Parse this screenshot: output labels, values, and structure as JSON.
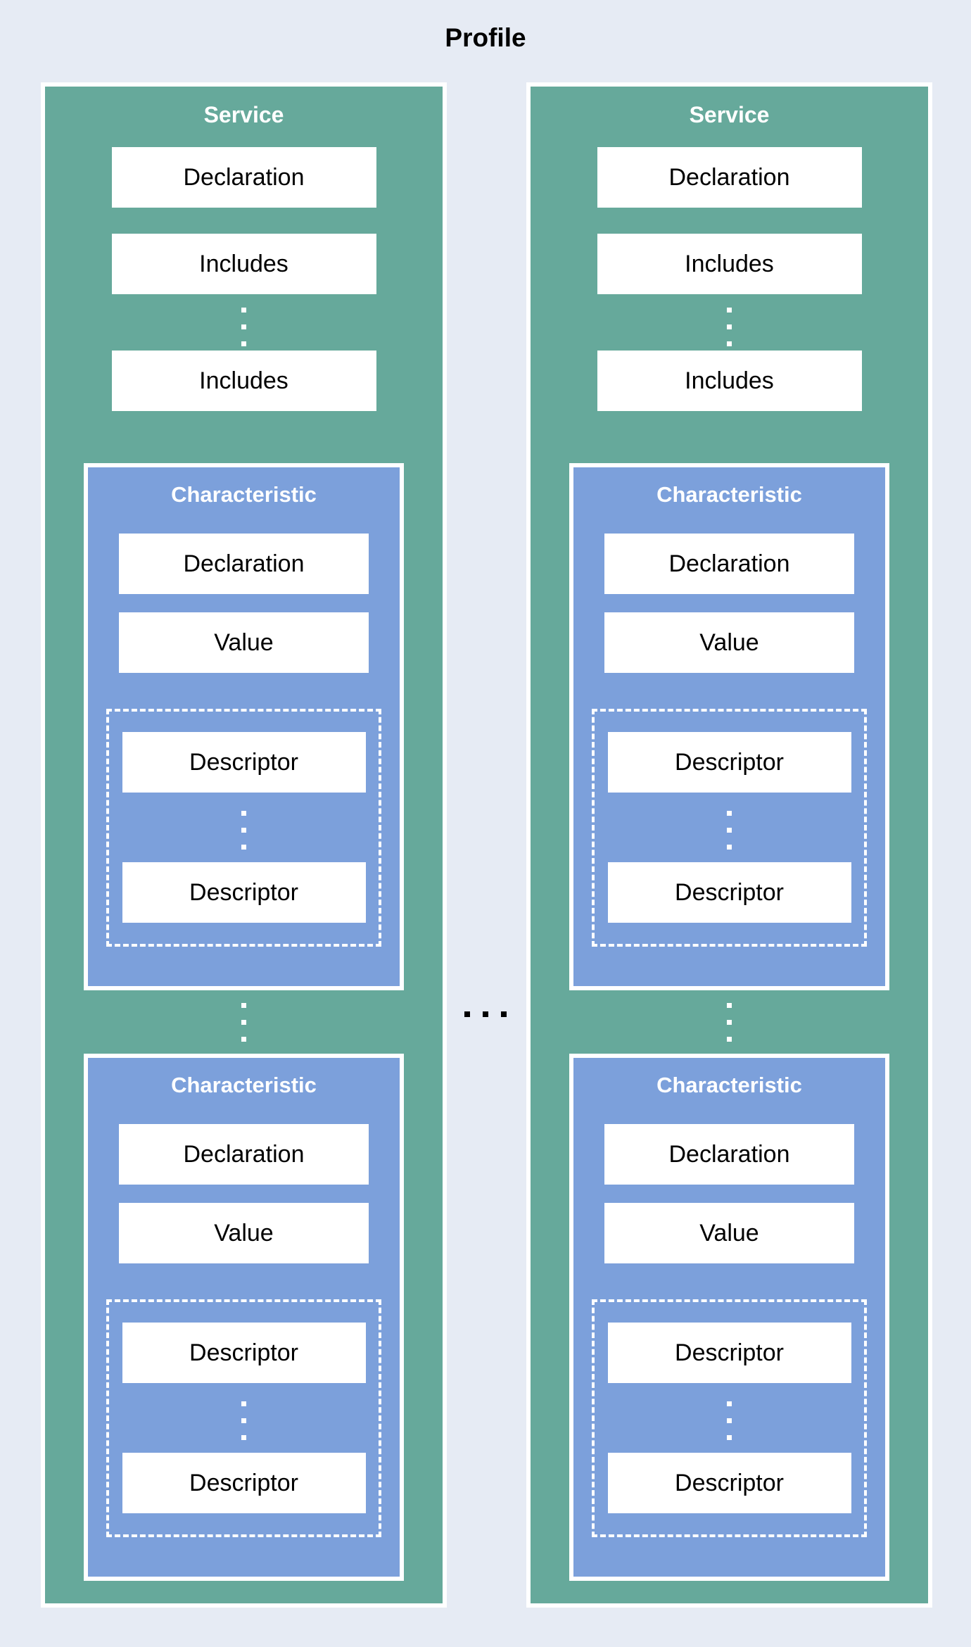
{
  "title": "Profile",
  "colors": {
    "background": "#e6ebf4",
    "service_fill": "#66a99b",
    "characteristic_fill": "#7ca0db",
    "box_fill": "#ffffff",
    "box_text": "#000000",
    "heading_text": "#ffffff",
    "ellipsis_dots": "#000000"
  },
  "separators": {
    "between_services": "...",
    "vertical_dots": "⋮"
  },
  "services": [
    {
      "label": "Service",
      "declaration": "Declaration",
      "includes": [
        "Includes",
        "Includes"
      ],
      "characteristics": [
        {
          "label": "Characteristic",
          "declaration": "Declaration",
          "value": "Value",
          "descriptors": [
            "Descriptor",
            "Descriptor"
          ]
        },
        {
          "label": "Characteristic",
          "declaration": "Declaration",
          "value": "Value",
          "descriptors": [
            "Descriptor",
            "Descriptor"
          ]
        }
      ]
    },
    {
      "label": "Service",
      "declaration": "Declaration",
      "includes": [
        "Includes",
        "Includes"
      ],
      "characteristics": [
        {
          "label": "Characteristic",
          "declaration": "Declaration",
          "value": "Value",
          "descriptors": [
            "Descriptor",
            "Descriptor"
          ]
        },
        {
          "label": "Characteristic",
          "declaration": "Declaration",
          "value": "Value",
          "descriptors": [
            "Descriptor",
            "Descriptor"
          ]
        }
      ]
    }
  ]
}
